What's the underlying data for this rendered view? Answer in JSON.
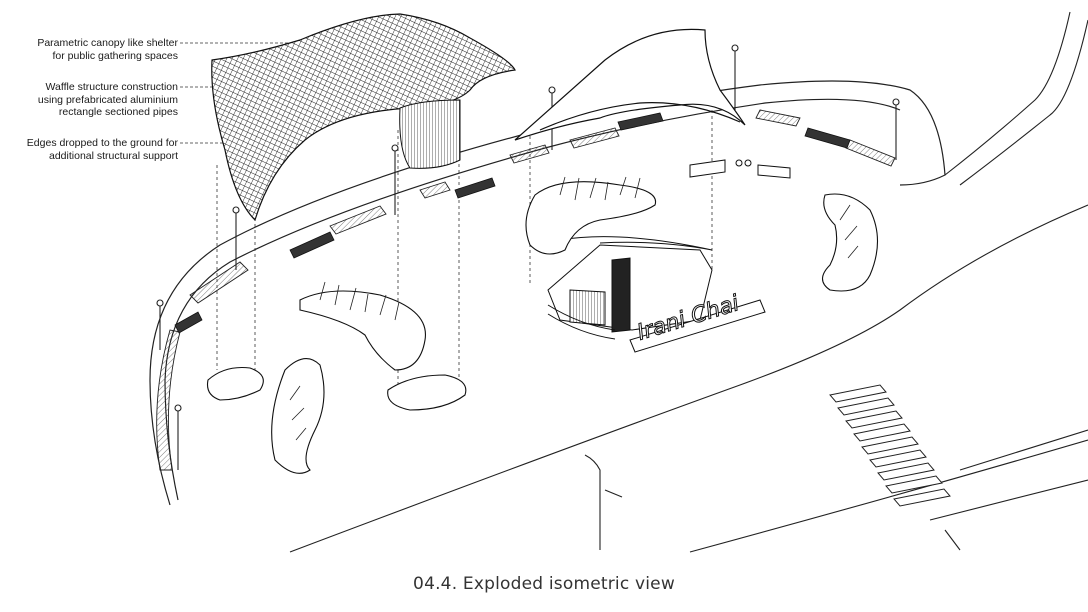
{
  "annotations": [
    {
      "line1": "Parametric canopy like shelter",
      "line2": "for public gathering spaces"
    },
    {
      "line1": "Waffle structure construction",
      "line2": "using prefabricated aluminium",
      "line3": "rectangle sectioned pipes"
    },
    {
      "line1": "Edges dropped to the ground for",
      "line2": "additional structural support"
    }
  ],
  "signage": {
    "text": "Irani Chai"
  },
  "caption": "04.4. Exploded isometric view",
  "colors": {
    "ink": "#1a1a1a",
    "paper": "#ffffff",
    "shade": "#555555"
  }
}
